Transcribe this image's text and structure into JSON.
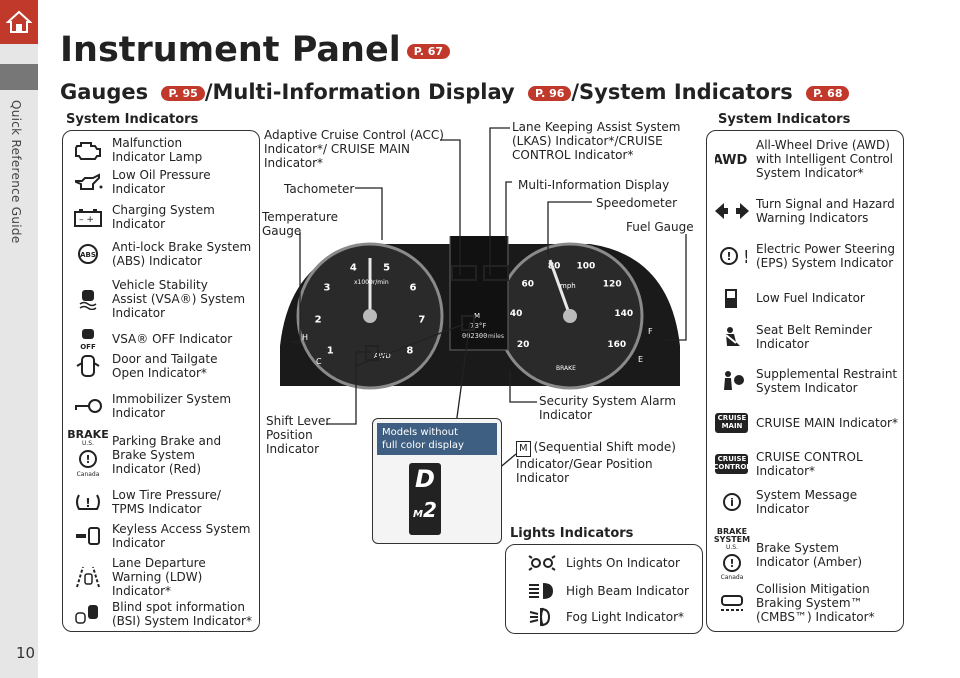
{
  "sidebar": {
    "label": "Quick Reference Guide"
  },
  "page": {
    "number": "10"
  },
  "title": {
    "text": "Instrument Panel",
    "ref": "P. 67"
  },
  "subtitle": {
    "part1": "Gauges",
    "ref1": "P. 95",
    "part2": "/Multi-Information Display",
    "ref2": "P. 96",
    "part3": "/System Indicators",
    "ref3": "P. 68"
  },
  "left_panel": {
    "heading": "System Indicators",
    "items": [
      {
        "icon": "check-engine-icon",
        "label": "Malfunction\nIndicator Lamp"
      },
      {
        "icon": "oil-can-icon",
        "label": "Low Oil Pressure\nIndicator"
      },
      {
        "icon": "battery-icon",
        "label": "Charging System\nIndicator"
      },
      {
        "icon": "abs-icon",
        "label": "Anti-lock Brake System\n(ABS) Indicator"
      },
      {
        "icon": "skidding-car-icon",
        "label": "Vehicle Stability\nAssist (VSA®) System\nIndicator"
      },
      {
        "icon": "vsa-off-icon",
        "label": "VSA® OFF Indicator"
      },
      {
        "icon": "door-open-icon",
        "label": "Door and Tailgate\nOpen Indicator*"
      },
      {
        "icon": "key-icon",
        "label": "Immobilizer System\nIndicator"
      },
      {
        "icon": "brake-icon",
        "label": "Parking Brake and\nBrake System\nIndicator (Red)",
        "us": "U.S.",
        "canada": "Canada",
        "word": "BRAKE"
      },
      {
        "icon": "tire-pressure-icon",
        "label": "Low Tire Pressure/\nTPMS Indicator"
      },
      {
        "icon": "keyless-icon",
        "label": "Keyless Access System\nIndicator"
      },
      {
        "icon": "lane-departure-icon",
        "label": "Lane Departure\nWarning (LDW)\nIndicator*"
      },
      {
        "icon": "blind-spot-icon",
        "label": "Blind spot information\n(BSI) System Indicator*"
      }
    ]
  },
  "right_panel": {
    "heading": "System Indicators",
    "items": [
      {
        "icon": "awd-icon",
        "label": "All-Wheel Drive (AWD)\nwith Intelligent Control\nSystem Indicator*",
        "word": "AWD"
      },
      {
        "icon": "turn-signal-icon",
        "label": "Turn Signal and Hazard\nWarning Indicators"
      },
      {
        "icon": "eps-icon",
        "label": "Electric Power Steering\n(EPS) System Indicator"
      },
      {
        "icon": "fuel-pump-icon",
        "label": "Low Fuel Indicator"
      },
      {
        "icon": "seat-belt-icon",
        "label": "Seat Belt Reminder\nIndicator"
      },
      {
        "icon": "airbag-icon",
        "label": "Supplemental Restraint\nSystem Indicator"
      },
      {
        "icon": "cruise-main-icon",
        "label": "CRUISE MAIN Indicator*",
        "word": "CRUISE\nMAIN"
      },
      {
        "icon": "cruise-control-icon",
        "label": "CRUISE CONTROL\nIndicator*",
        "word": "CRUISE\nCONTROL"
      },
      {
        "icon": "info-icon",
        "label": "System Message\nIndicator"
      },
      {
        "icon": "brake-system-icon",
        "label": "Brake System\nIndicator (Amber)",
        "us": "U.S.",
        "canada": "Canada",
        "word": "BRAKE\nSYSTEM"
      },
      {
        "icon": "cmbs-icon",
        "label": "Collision Mitigation\nBraking System™\n(CMBS™) Indicator*"
      }
    ]
  },
  "callouts": {
    "acc": "Adaptive Cruise Control (ACC)\nIndicator*/ CRUISE MAIN\nIndicator*",
    "lkas": "Lane Keeping Assist System\n(LKAS) Indicator*/CRUISE\nCONTROL Indicator*",
    "tach": "Tachometer",
    "mid": "Multi-Information Display",
    "speedo": "Speedometer",
    "temp": "Temperature\nGauge",
    "fuel": "Fuel Gauge",
    "security": "Security System Alarm\nIndicator",
    "shift": "Shift Lever\nPosition\nIndicator",
    "seq": "(Sequential Shift mode)\nIndicator/Gear Position\nIndicator",
    "seq_badge": "M",
    "models": "Models without\nfull color display",
    "inset_top": "D",
    "inset_m": "M",
    "inset_gear": "2"
  },
  "lights": {
    "heading": "Lights Indicators",
    "items": [
      {
        "icon": "lights-on-icon",
        "label": "Lights On Indicator"
      },
      {
        "icon": "high-beam-icon",
        "label": "High Beam Indicator"
      },
      {
        "icon": "fog-light-icon",
        "label": "Fog Light Indicator*"
      }
    ]
  },
  "cluster": {
    "tach_unit": "x1000r/min",
    "tach_ticks": [
      "1",
      "2",
      "3",
      "4",
      "5",
      "6",
      "7",
      "8"
    ],
    "speed_unit": "mph",
    "speed_ticks": [
      "20",
      "40",
      "60",
      "80",
      "100",
      "120",
      "140",
      "160"
    ],
    "odometer": "002300",
    "odometer_unit": "miles",
    "temp_out": "73°F",
    "gear": "M",
    "awd_text": "AWD",
    "brake_text": "BRAKE",
    "temp_h": "H",
    "temp_c": "C",
    "fuel_f": "F",
    "fuel_e": "E"
  },
  "colors": {
    "brand": "#c0392b",
    "panel_border": "#333333",
    "cluster_bg": "#1a1a1a"
  }
}
